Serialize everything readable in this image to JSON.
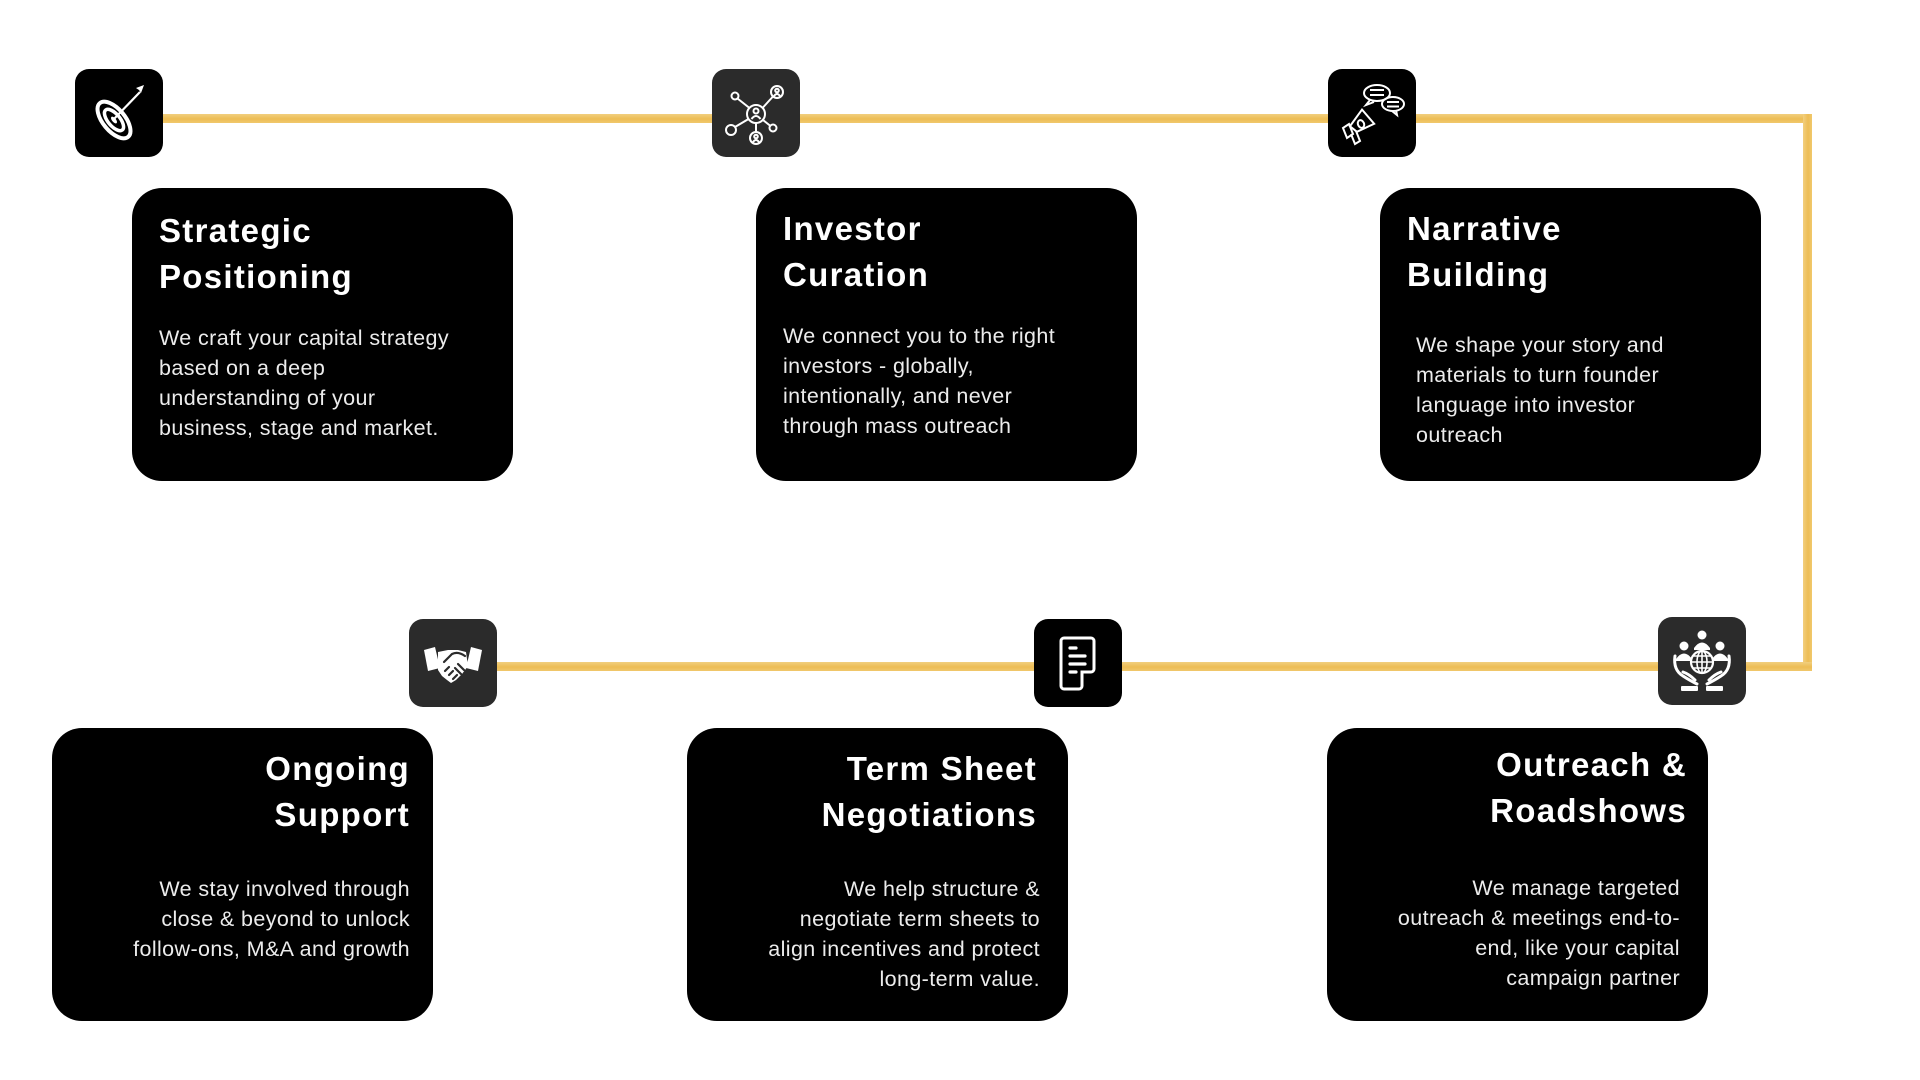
{
  "colors": {
    "connector": "#edbd55",
    "card_bg": "#000000",
    "icon_bg_black": "#000000",
    "icon_bg_grey": "#2b2b2b",
    "text": "#ffffff"
  },
  "steps": [
    {
      "icon": "target-icon",
      "title": "Strategic\nPositioning",
      "body": "We craft your capital strategy\nbased on a deep\nunderstanding of your\nbusiness, stage and market."
    },
    {
      "icon": "network-icon",
      "title": "Investor\nCuration",
      "body": "We connect you to the right\ninvestors - globally,\nintentionally, and  never\nthrough mass outreach"
    },
    {
      "icon": "megaphone-chat-icon",
      "title": "Narrative\nBuilding",
      "body": "We shape your story and\nmaterials to turn founder\nlanguage into investor\noutreach"
    },
    {
      "icon": "globe-hands-icon",
      "title": "Outreach &\nRoadshows",
      "body": "We manage targeted\noutreach & meetings end-to-\nend, like your capital\ncampaign partner"
    },
    {
      "icon": "document-icon",
      "title": "Term Sheet\nNegotiations",
      "body": "We help structure &\nnegotiate term sheets to\nalign incentives and protect\nlong-term value."
    },
    {
      "icon": "handshake-icon",
      "title": "Ongoing\nSupport",
      "body": "We stay involved through\nclose & beyond to unlock\nfollow-ons, M&A and growth"
    }
  ]
}
